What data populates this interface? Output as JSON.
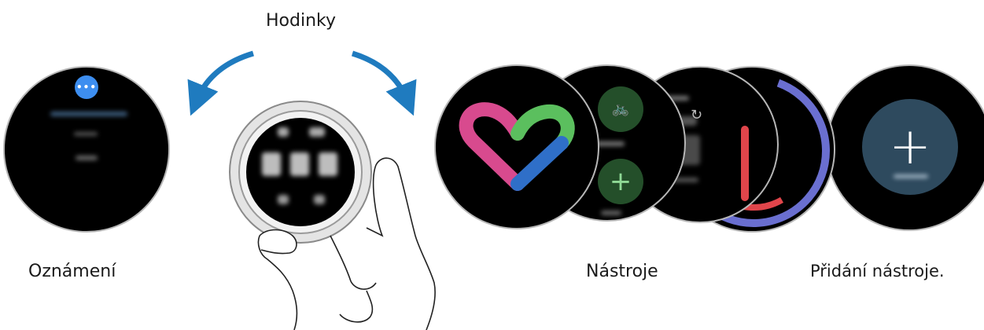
{
  "labels": {
    "watch_face": "Hodinky",
    "notifications": "Oznámení",
    "widgets": "Nástroje",
    "add_widget": "Přidání nástroje."
  },
  "icons": {
    "notification": "chat-bubble-icon",
    "cycling": "bicycle-icon",
    "add": "plus-icon",
    "refresh": "refresh-icon",
    "sleep": "moon-icon",
    "rotate_left": "curved-arrow-left-icon",
    "rotate_right": "curved-arrow-right-icon",
    "hand": "hand-icon"
  },
  "glyphs": {
    "message": "•••",
    "plus": "+",
    "refresh": "↻"
  },
  "colors": {
    "arrow": "#1f7bbf",
    "add_circle": "#2e4a5e",
    "notification_icon": "#3d8ef0",
    "heart_pink": "#d84a8e",
    "heart_green": "#5bbf5e",
    "heart_blue": "#2f6fc8",
    "sleep_ring": "#6a6fd0",
    "heart_rate_red": "#e0454b"
  }
}
